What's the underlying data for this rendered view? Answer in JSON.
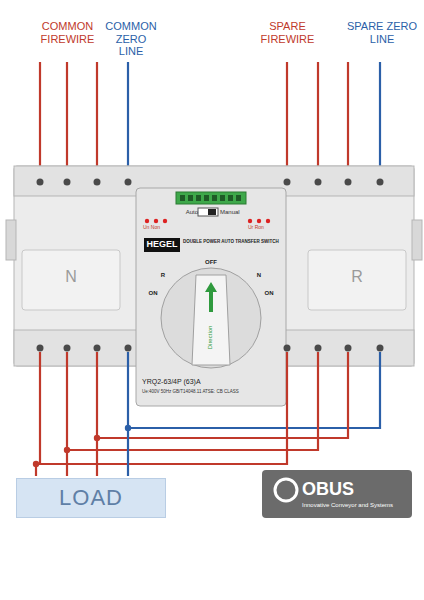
{
  "diagram": {
    "nodes": [
      {
        "text": [
          "LOAD"
        ]
      }
    ],
    "labels": [
      "COMMON FIREWIRE",
      "COMMON ZERO LINE",
      "SPARE FIREWIRE",
      "SPARE ZERO LINE",
      "Auto",
      "Manual",
      "Un Non",
      "Ur Ron",
      "HEGEL",
      "DOUBLE POWER AUTO TRANSFER SWITCH",
      "ON",
      "R",
      "OFF",
      "N",
      "ON",
      "Direction",
      "N",
      "R",
      "YRQ2-63/4P (63)A",
      "Ue:400V 50Hz GB/T14048.11 ATSE: CB CLASS",
      "OBUS",
      "Innovative Conveyor and Systems"
    ]
  }
}
